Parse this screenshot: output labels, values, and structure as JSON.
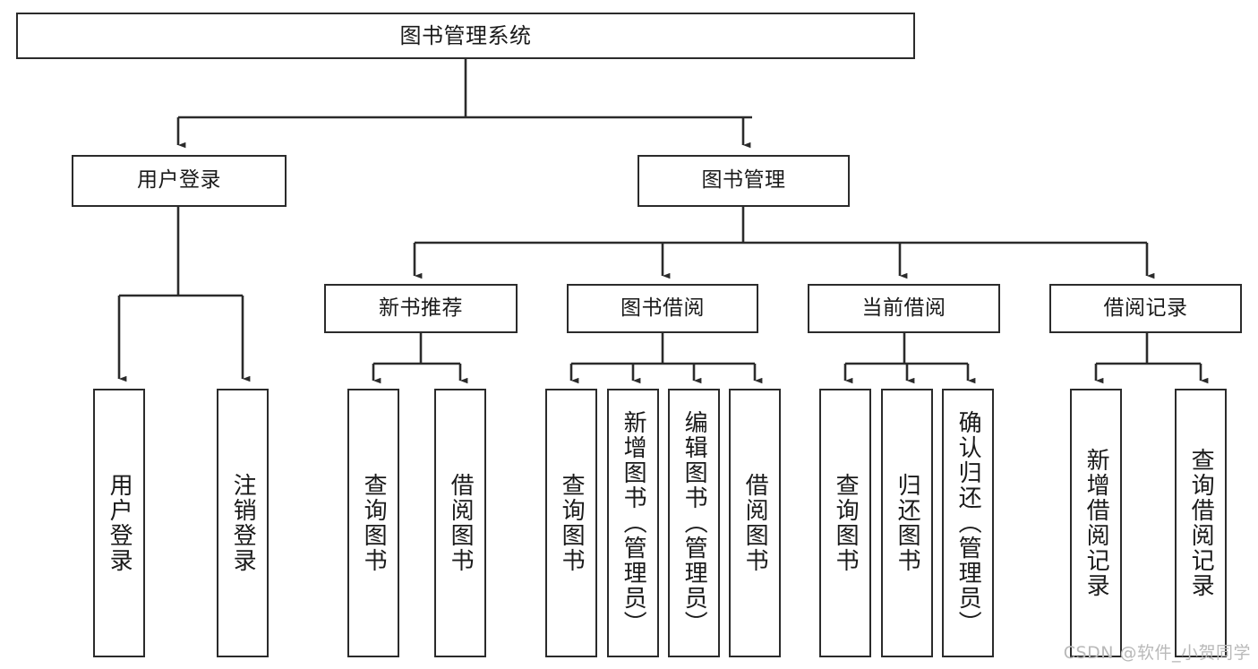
{
  "diagram": {
    "title": "图书管理系统",
    "type": "tree-hierarchy-chart",
    "watermark": "CSDN @软件_小贺同学",
    "colors": {
      "box_border": "#2b2b2b",
      "box_fill": "#ffffff",
      "connector": "#2b2b2b",
      "text": "#1a1a1a",
      "watermark": "#b9b9b9",
      "background": "#ffffff"
    },
    "nodes": {
      "root": {
        "label": "图书管理系统"
      },
      "level1": [
        {
          "id": "user-login",
          "label": "用户登录"
        },
        {
          "id": "book-management",
          "label": "图书管理"
        }
      ],
      "level2": [
        {
          "id": "new-book-recommend",
          "label": "新书推荐"
        },
        {
          "id": "book-borrow",
          "label": "图书借阅"
        },
        {
          "id": "current-borrow",
          "label": "当前借阅"
        },
        {
          "id": "borrow-record",
          "label": "借阅记录"
        }
      ],
      "leaves": {
        "user_login": [
          {
            "id": "leaf-user-login",
            "label": "用户登录"
          },
          {
            "id": "leaf-logout-login",
            "label": "注销登录"
          }
        ],
        "new_book_recommend": [
          {
            "id": "leaf-query-book-1",
            "label": "查询图书"
          },
          {
            "id": "leaf-borrow-book-1",
            "label": "借阅图书"
          }
        ],
        "book_borrow": [
          {
            "id": "leaf-query-book-2",
            "label": "查询图书"
          },
          {
            "id": "leaf-add-book",
            "label": "新增图书（管理员）"
          },
          {
            "id": "leaf-edit-book",
            "label": "编辑图书（管理员）"
          },
          {
            "id": "leaf-borrow-book-2",
            "label": "借阅图书"
          }
        ],
        "current_borrow": [
          {
            "id": "leaf-query-book-3",
            "label": "查询图书"
          },
          {
            "id": "leaf-return-book",
            "label": "归还图书"
          },
          {
            "id": "leaf-confirm-return",
            "label": "确认归还（管理员）"
          }
        ],
        "borrow_record": [
          {
            "id": "leaf-add-borrow-record",
            "label": "新增借阅记录"
          },
          {
            "id": "leaf-query-borrow-record",
            "label": "查询借阅记录"
          }
        ]
      }
    }
  }
}
